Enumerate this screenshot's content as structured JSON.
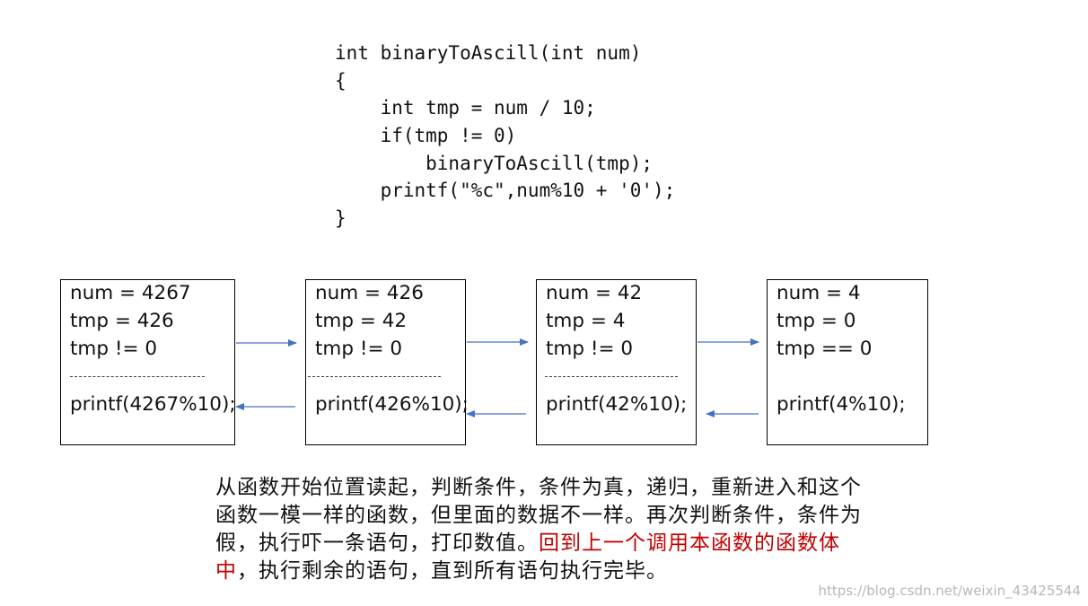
{
  "code": {
    "lines": [
      "int binaryToAscill(int num)",
      "{",
      "    int tmp = num / 10;",
      "    if(tmp != 0)",
      "        binaryToAscill(tmp);",
      "    printf(\"%c\",num%10 + '0');",
      "}"
    ]
  },
  "boxes": [
    {
      "line1": "num = 4267",
      "line2": "tmp = 426",
      "line3": "tmp != 0",
      "printf": "printf(4267%10);"
    },
    {
      "line1": "num = 426",
      "line2": "tmp = 42",
      "line3": "tmp != 0",
      "printf": "printf(426%10);"
    },
    {
      "line1": "num = 42",
      "line2": "tmp = 4",
      "line3": "tmp != 0",
      "printf": "printf(42%10);"
    },
    {
      "line1": "num = 4",
      "line2": "tmp = 0",
      "line3": "tmp == 0",
      "printf": "printf(4%10);"
    }
  ],
  "description": {
    "black_part": "从函数开始位置读起，判断条件，条件为真，递归，重新进入和这个函数一模一样的函数，但里面的数据不一样。再次判断条件，条件为假，执行吓一条语句，打印数值。",
    "red_part": "回到上一个调用本函数的函数体中",
    "tail": "，执行剩余的语句，直到所有语句执行完毕。"
  },
  "watermark": "https://blog.csdn.net/weixin_43425544",
  "colors": {
    "arrow": "#4472c4",
    "highlight": "#c00000"
  }
}
